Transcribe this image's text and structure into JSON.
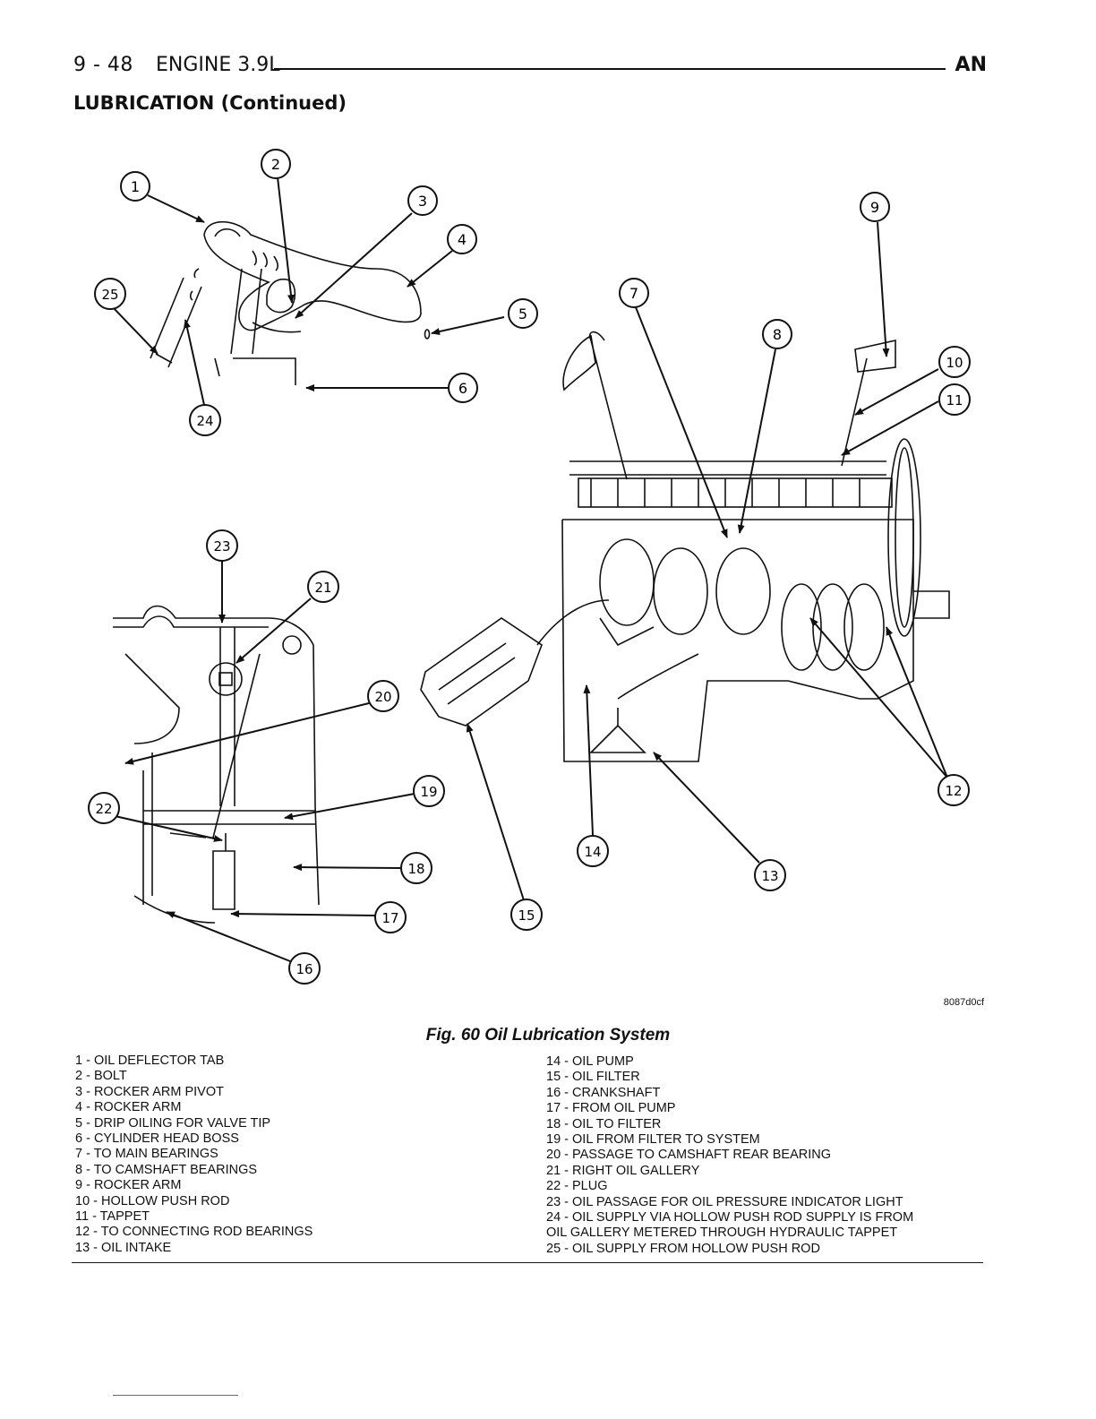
{
  "header": {
    "page_ref": "9 - 48",
    "chapter": "ENGINE 3.9L",
    "model": "AN"
  },
  "section_title": "LUBRICATION (Continued)",
  "figure": {
    "code": "8087d0cf",
    "caption": "Fig. 60 Oil Lubrication System",
    "callouts": [
      "1",
      "2",
      "3",
      "4",
      "5",
      "6",
      "7",
      "8",
      "9",
      "10",
      "11",
      "12",
      "13",
      "14",
      "15",
      "16",
      "17",
      "18",
      "19",
      "20",
      "21",
      "22",
      "23",
      "24",
      "25"
    ]
  },
  "legend": {
    "left": [
      "1 - OIL DEFLECTOR TAB",
      "2 - BOLT",
      "3 - ROCKER ARM PIVOT",
      "4 - ROCKER ARM",
      "5 - DRIP OILING FOR VALVE TIP",
      "6 - CYLINDER HEAD BOSS",
      "7 - TO MAIN BEARINGS",
      "8 - TO CAMSHAFT BEARINGS",
      "9 - ROCKER ARM",
      "10 - HOLLOW PUSH ROD",
      "11 - TAPPET",
      "12 - TO CONNECTING ROD BEARINGS",
      "13 - OIL INTAKE"
    ],
    "right": [
      "14 - OIL PUMP",
      "15 - OIL FILTER",
      "16 - CRANKSHAFT",
      "17 - FROM OIL PUMP",
      "18 - OIL TO FILTER",
      "19 - OIL FROM FILTER TO SYSTEM",
      "20 - PASSAGE TO CAMSHAFT REAR BEARING",
      "21 - RIGHT OIL GALLERY",
      "22 - PLUG",
      "23 - OIL PASSAGE FOR OIL PRESSURE INDICATOR LIGHT",
      "24 - OIL SUPPLY VIA HOLLOW PUSH ROD SUPPLY IS FROM",
      "OIL GALLERY METERED THROUGH HYDRAULIC TAPPET",
      "25 - OIL SUPPLY FROM HOLLOW PUSH ROD"
    ]
  }
}
